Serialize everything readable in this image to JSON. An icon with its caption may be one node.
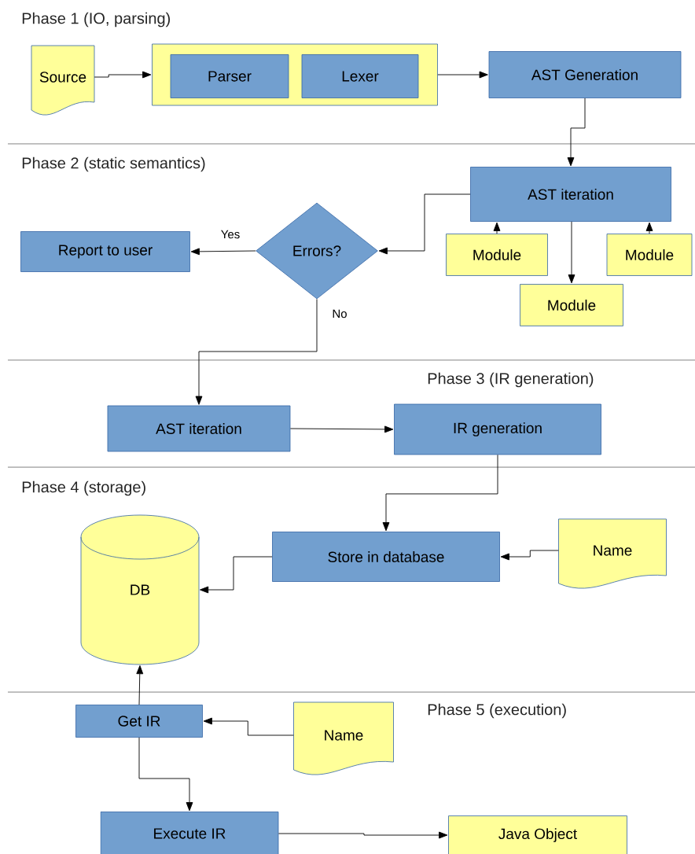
{
  "diagram": {
    "nodes": [
      {
        "text": [
          "Source"
        ]
      },
      {
        "text": [],
        "shape": "box"
      },
      {
        "text": [
          "Parser"
        ],
        "in": 1
      },
      {
        "text": [
          "Lexer"
        ],
        "in": 1
      },
      {
        "text": [
          "AST Generation"
        ]
      },
      {
        "text": [
          "AST iteration"
        ]
      },
      {
        "text": [
          "Errors?"
        ]
      },
      {
        "text": [
          "Report to user"
        ]
      },
      {
        "text": [
          "Module"
        ]
      },
      {
        "text": [
          "Module"
        ]
      },
      {
        "text": [
          "Module"
        ]
      },
      {
        "text": [
          "AST iteration"
        ]
      },
      {
        "text": [
          "IR generation"
        ]
      },
      {
        "text": [
          "Store in database"
        ]
      },
      {
        "text": [
          "DB"
        ]
      },
      {
        "text": [
          "Name"
        ]
      },
      {
        "text": [
          "Get IR"
        ]
      },
      {
        "text": [
          "Name"
        ]
      },
      {
        "text": [
          "Execute IR"
        ]
      },
      {
        "text": [
          "Java Object"
        ]
      }
    ],
    "edges": [
      {
        "from": 0,
        "to": 1,
        "arrow": "to"
      },
      {
        "from": 1,
        "to": 4,
        "arrow": "to"
      },
      {
        "from": 4,
        "to": 5,
        "arrow": "to"
      },
      {
        "from": 5,
        "to": 6,
        "arrow": "to"
      },
      {
        "from": 6,
        "to": 7,
        "arrow": "to",
        "label": "Yes"
      },
      {
        "from": 8,
        "to": 5,
        "arrow": "to"
      },
      {
        "from": 9,
        "to": 5,
        "arrow": "to"
      },
      {
        "from": 5,
        "to": 10,
        "arrow": "to"
      },
      {
        "from": 6,
        "to": 11,
        "arrow": "to",
        "label": "No"
      },
      {
        "from": 11,
        "to": 12,
        "arrow": "to"
      },
      {
        "from": 12,
        "to": 13,
        "arrow": "to"
      },
      {
        "from": 15,
        "to": 13,
        "arrow": "to"
      },
      {
        "from": 13,
        "to": 14,
        "arrow": "to"
      },
      {
        "from": 16,
        "to": 14,
        "arrow": "to"
      },
      {
        "from": 17,
        "to": 16,
        "arrow": "to"
      },
      {
        "from": 16,
        "to": 18,
        "arrow": "to"
      },
      {
        "from": 18,
        "to": 19,
        "arrow": "to"
      }
    ],
    "labels": [
      "Phase 1 (IO, parsing)",
      "Phase 2 (static semantics)",
      "Phase 3 (IR generation)",
      "Phase 4 (storage)",
      "Phase 5 (execution)"
    ]
  }
}
